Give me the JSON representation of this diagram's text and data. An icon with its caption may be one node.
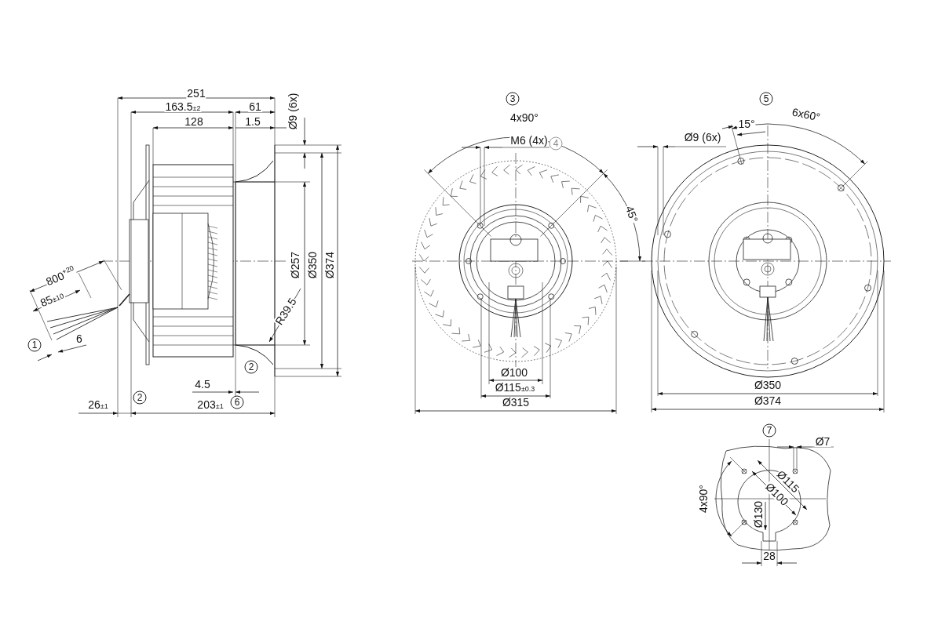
{
  "diagram": {
    "labels": [
      "251",
      "3",
      "5",
      "163.5$_{±2}$",
      "61",
      "Ø9 (6x)",
      "6x60°",
      "4x90°",
      "128",
      "1.5",
      "15°",
      "M6 (4x)",
      "4",
      "Ø9 (6x)",
      "45°",
      "800$^{+20}$",
      "Ø257",
      "Ø350",
      "Ø374",
      "85$_{±10}$",
      "R39.5",
      "6",
      "1",
      "2",
      "Ø100",
      "4.5",
      "Ø115$_{±0.3}$",
      "Ø350",
      "2",
      "26$_{±1}$",
      "203$_{±1}$",
      "6",
      "Ø315",
      "Ø374",
      "7",
      "Ø7",
      "4x90°",
      "Ø115",
      "Ø100",
      "Ø130",
      "28"
    ]
  }
}
